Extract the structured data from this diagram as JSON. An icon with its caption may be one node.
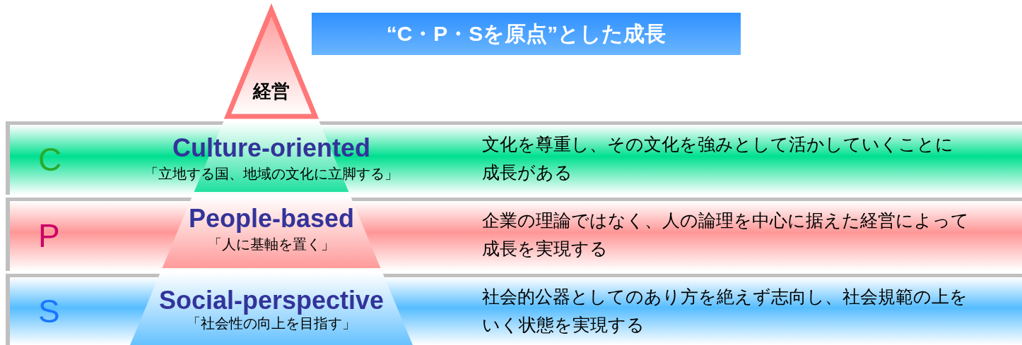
{
  "diagram": {
    "title": "“C・P・Sを原点”とした成長",
    "nodes": [
      {
        "text": [
          "経営"
        ]
      },
      {
        "text": [
          "C",
          "文化を尊重し、その文化を強みとして活かしていくことに成長がある"
        ]
      },
      {
        "text": [
          "Culture-oriented",
          "「立地する国、地域の文化に立脚する」"
        ],
        "in": 1
      },
      {
        "text": [
          "P",
          "企業の理論ではなく、人の論理を中心に据えた経営によって成長を実現する"
        ]
      },
      {
        "text": [
          "People-based",
          "「人に基軸を置く」"
        ],
        "in": 3
      },
      {
        "text": [
          "S",
          "社会的公器としてのあり方を絶えず志向し、社会規範の上をいく状態を実現する"
        ]
      },
      {
        "text": [
          "Social-perspective",
          "「社会性の向上を目指す」"
        ],
        "in": 5
      }
    ]
  }
}
